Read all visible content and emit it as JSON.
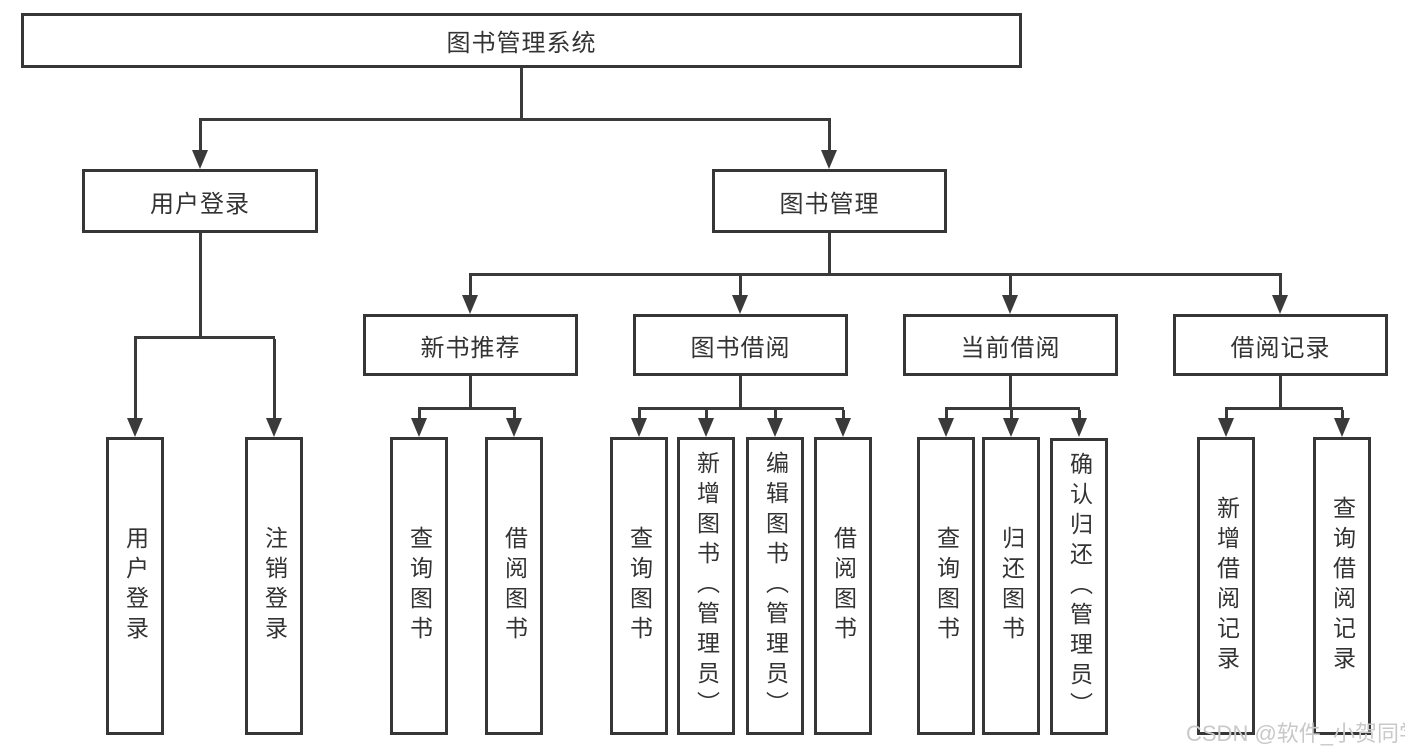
{
  "nodes": {
    "root": {
      "label": "图书管理系统"
    },
    "user_login": {
      "label": "用户登录",
      "children": [
        "用户登录",
        "注销登录"
      ]
    },
    "book_management": {
      "label": "图书管理"
    },
    "sections": [
      {
        "label": "新书推荐",
        "children": [
          "查询图书",
          "借阅图书"
        ]
      },
      {
        "label": "图书借阅",
        "children": [
          "查询图书",
          "新增图书（管理员）",
          "编辑图书（管理员）",
          "借阅图书"
        ]
      },
      {
        "label": "当前借阅",
        "children": [
          "查询图书",
          "归还图书",
          "确认归还（管理员）"
        ]
      },
      {
        "label": "借阅记录",
        "children": [
          "新增借阅记录",
          "查询借阅记录"
        ]
      }
    ]
  },
  "watermark": "CSDN @软件_小贺同学",
  "colors": {
    "line": "#3a3a3a",
    "border": "#363636",
    "text": "#333333",
    "watermark": "#c9c9c9",
    "background": "#ffffff"
  }
}
